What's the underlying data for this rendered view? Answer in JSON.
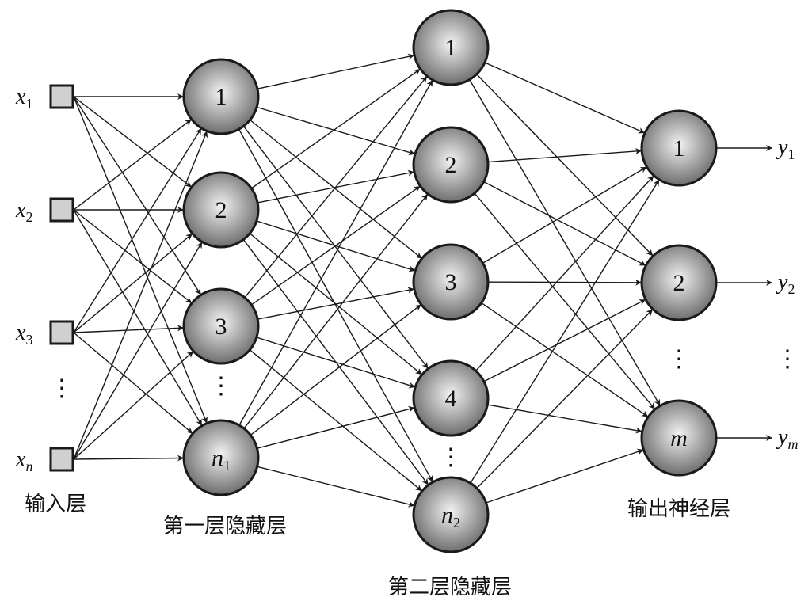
{
  "input_layer": {
    "label": "输入层",
    "nodes": [
      {
        "var": "x",
        "sub": "1"
      },
      {
        "var": "x",
        "sub": "2"
      },
      {
        "var": "x",
        "sub": "3"
      },
      {
        "var": "x",
        "sub": "n"
      }
    ],
    "ellipsis": "⋮"
  },
  "hidden_layer_1": {
    "label": "第一层隐藏层",
    "nodes": [
      {
        "text": "1"
      },
      {
        "text": "2"
      },
      {
        "text": "3"
      },
      {
        "text": "n",
        "sub": "1",
        "italic": true
      }
    ],
    "ellipsis": "⋮"
  },
  "hidden_layer_2": {
    "label": "第二层隐藏层",
    "nodes": [
      {
        "text": "1"
      },
      {
        "text": "2"
      },
      {
        "text": "3"
      },
      {
        "text": "4"
      },
      {
        "text": "n",
        "sub": "2",
        "italic": true
      }
    ],
    "ellipsis": "⋮"
  },
  "output_layer": {
    "label": "输出神经层",
    "nodes": [
      {
        "text": "1",
        "out_var": "y",
        "out_sub": "1"
      },
      {
        "text": "2",
        "out_var": "y",
        "out_sub": "2"
      },
      {
        "text": "m",
        "italic": true,
        "out_var": "y",
        "out_sub": "m"
      }
    ],
    "ellipsis": "⋮"
  },
  "colors": {
    "node_light": "#f2f2f2",
    "node_dark": "#6e6e6e",
    "square_fill": "#d0d0d0",
    "stroke": "#1a1a1a"
  }
}
